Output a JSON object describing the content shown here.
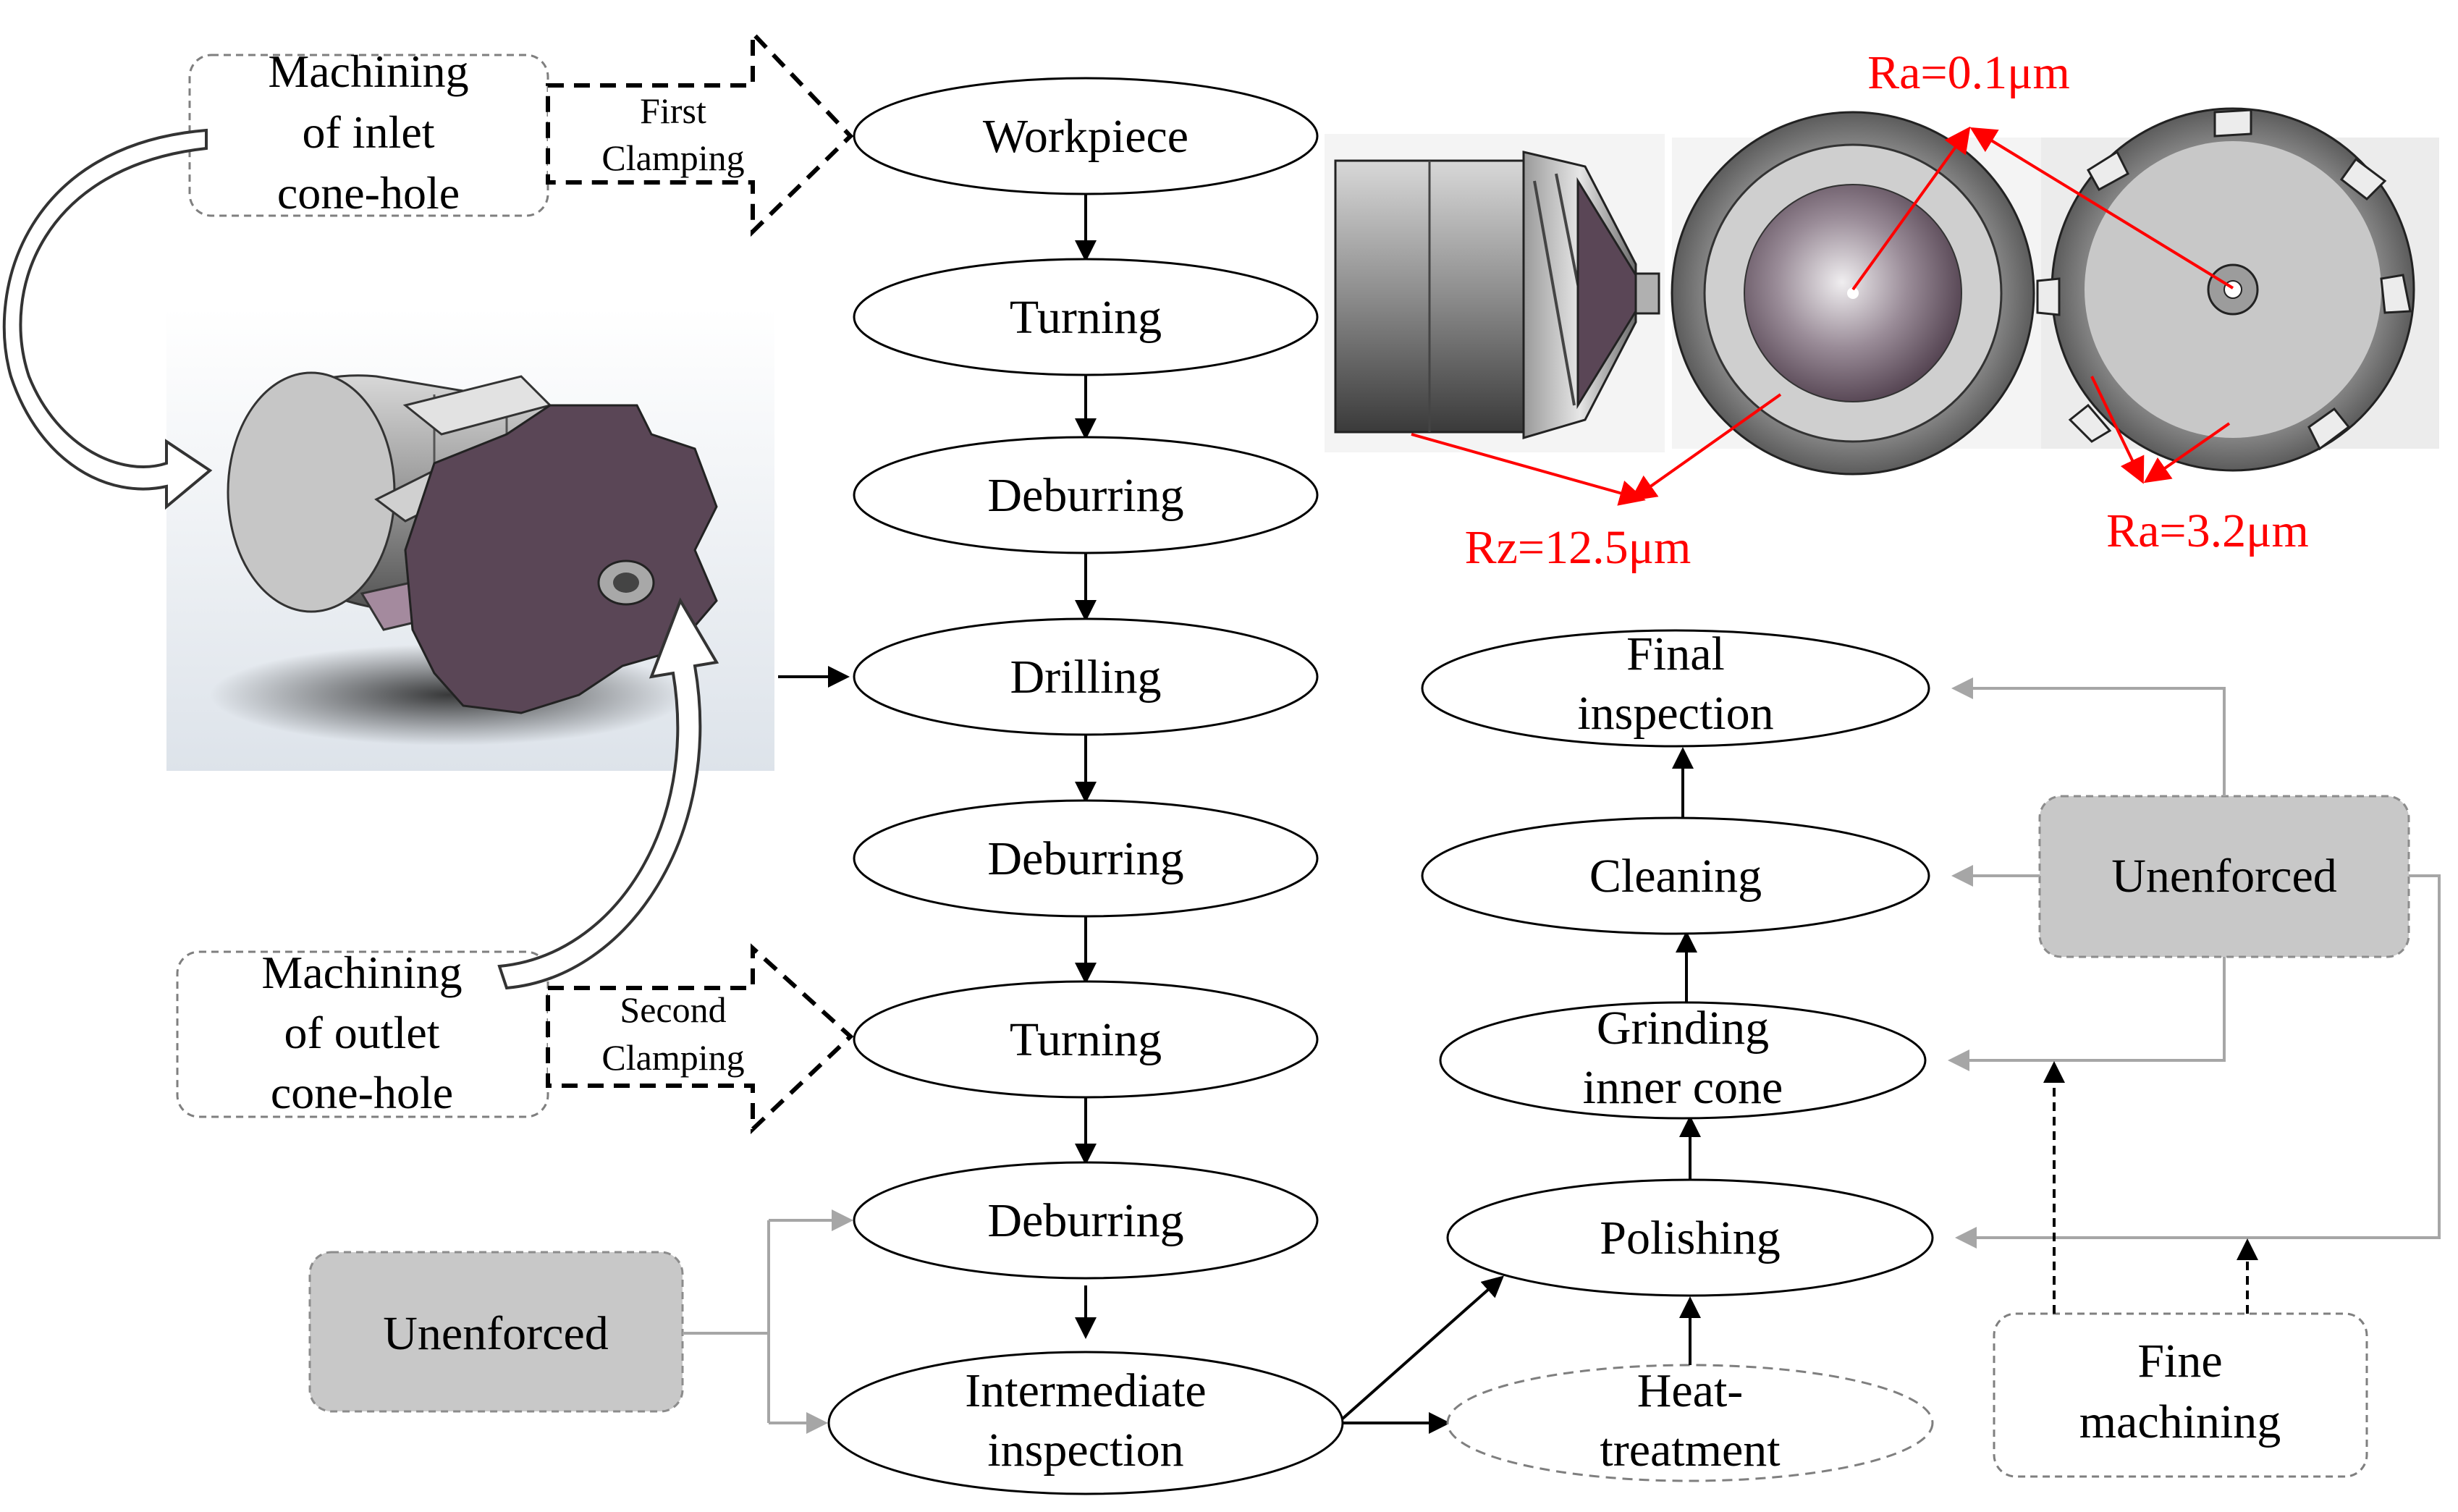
{
  "process_nodes": {
    "workpiece": "Workpiece",
    "turning_1": "Turning",
    "deburring_1": "Deburring",
    "drilling": "Drilling",
    "deburring_2": "Deburring",
    "turning_2": "Turning",
    "deburring_3": "Deburring",
    "intermediate_inspection": [
      "Intermediate",
      "inspection"
    ],
    "heat_treatment": [
      "Heat-",
      "treatment"
    ],
    "polishing": "Polishing",
    "grinding_inner_cone": [
      "Grinding",
      "inner cone"
    ],
    "cleaning": "Cleaning",
    "final_inspection": [
      "Final",
      "inspection"
    ]
  },
  "side_boxes": {
    "machining_inlet": [
      "Machining",
      "of inlet",
      "cone-hole"
    ],
    "machining_outlet": [
      "Machining",
      "of outlet",
      "cone-hole"
    ],
    "first_clamping": [
      "First",
      "Clamping"
    ],
    "second_clamping": [
      "Second",
      "Clamping"
    ],
    "unenforced_left": "Unenforced",
    "unenforced_right": "Unenforced",
    "fine_machining": [
      "Fine",
      "machining"
    ]
  },
  "roughness_labels": {
    "ra_01": "Ra=0.1μm",
    "rz_125": "Rz=12.5μm",
    "ra_32": "Ra=3.2μm"
  },
  "colors": {
    "annotation_red": "#ff0000",
    "unenforced_fill": "#c8c8c8",
    "gray_arrow": "#a6a6a6",
    "part_steel": "#b5b5b5",
    "part_cone": "#5a4656"
  }
}
